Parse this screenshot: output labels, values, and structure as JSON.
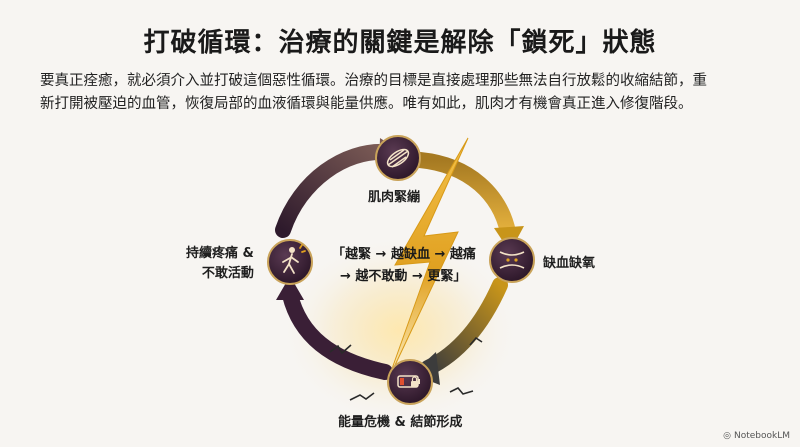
{
  "title": "打破循環：治療的關鍵是解除「鎖死」狀態",
  "intro": {
    "line1": "要真正痊癒，就必須介入並打破這個惡性循環。治療的目標是直接處理那些無法自行放鬆的收縮結節，重",
    "line2": "新打開被壓迫的血管，恢復局部的血液循環與能量供應。唯有如此，肌肉才有機會真正進入修復階段。"
  },
  "cycle": {
    "node_top": "肌肉緊繃",
    "node_right": "缺血缺氧",
    "node_bottom": "能量危機 & 結節形成",
    "node_left_line1": "持續疼痛 &",
    "node_left_line2": "不敢活動"
  },
  "center": {
    "line1": "「越緊 → 越缺血 → 越痛",
    "line2": "→ 越不敢動 → 更緊」"
  },
  "icons": {
    "top": "muscle-fiber-icon",
    "right": "narrowed-vessel-icon",
    "bottom": "low-battery-lock-icon",
    "left": "pain-person-icon"
  },
  "colors": {
    "node_dark": "#3a1f36",
    "lightning": "#e0a020",
    "arrow_gold": "#c8951a",
    "arrow_gray": "#4a4a4a"
  },
  "watermark": "NotebookLM"
}
